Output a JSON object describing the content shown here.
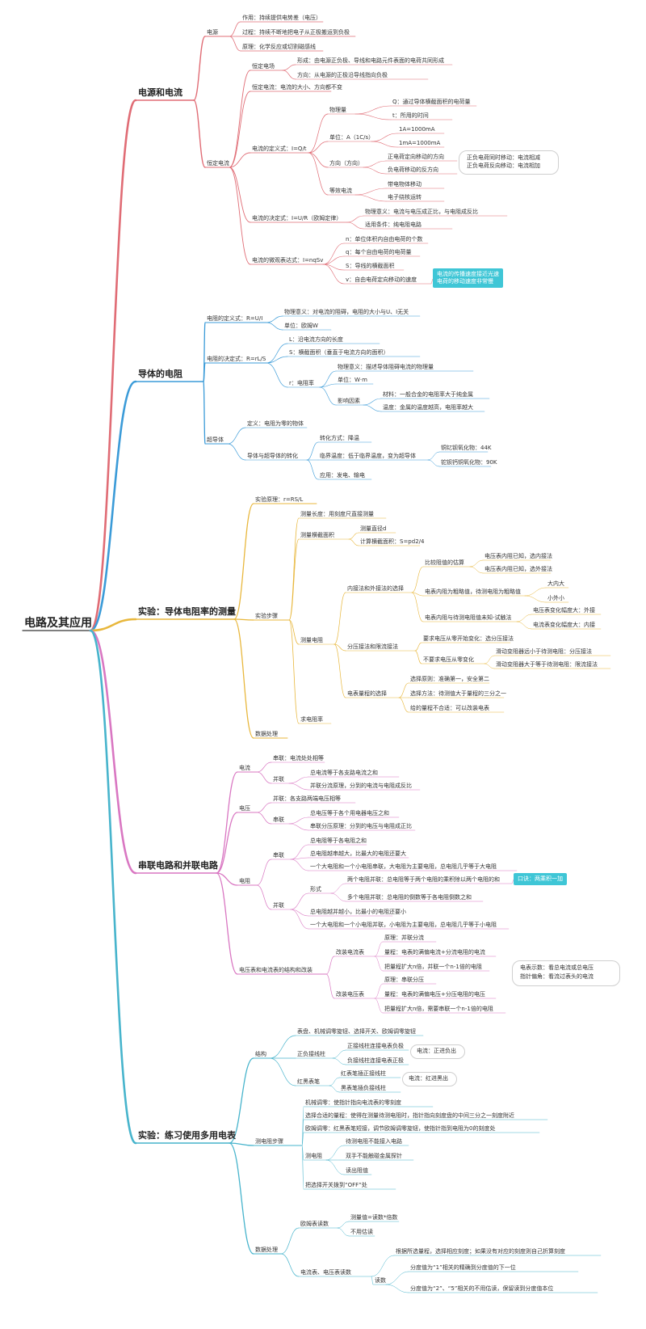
{
  "root": "电路及其应用",
  "sections": {
    "s1": {
      "title": "电源和电流",
      "dianyuan": "电源",
      "zuoyong": "作用：持续提供电势差（电压）",
      "guocheng": "过程：持续不断地把电子从正极搬运到负极",
      "yuanli": "原理：化学反应或切割磁感线",
      "hengding_dianchang": "恒定电场",
      "xingcheng": "形成：由电源正负极、导线和电路元件表面的电荷共同形成",
      "fangxiang1": "方向：从电源的正极沿导线指向负极",
      "hengding_dianliu": "恒定电流：电流的大小、方向都不变",
      "hengding_huanliu": "恒定电流",
      "dingyi": "电流的定义式：I=Q/t",
      "wuliliang": "物理量",
      "q_desc": "Q：通过导体横截面积的电荷量",
      "t_desc": "t：所用的时间",
      "danwei": "单位：A（1C/s）",
      "u1": "1A=1000mA",
      "u2": "1mA=1000mA",
      "fangxiang2": "方向（方向）",
      "zheng": "正电荷定向移动的方向",
      "fu": "负电荷移动的反方向",
      "note1": "正负电荷同时移动：电流相减",
      "note2": "正负电荷反向移动：电流相加",
      "dengxiao": "等效电流",
      "daidian": "带电物体移动",
      "dianzi": "电子绕核运转",
      "jueding": "电流的决定式：I=U/R（欧姆定律）",
      "wulyiyi": "物理意义：电流与电压成正比，与电阻成反比",
      "shiyong": "适用条件：纯电阻电路",
      "weiguan": "电流的微观表达式：I=nqSv",
      "n_desc": "n：单位体积内自由电荷的个数",
      "qq_desc": "q：每个自由电荷的电荷量",
      "s_desc": "S：导线的横截面积",
      "v_desc": "v：自由电荷定向移动的速度",
      "hl1a": "电流的传播速度接近光速",
      "hl1b": "电荷的移动速度非常慢"
    },
    "s2": {
      "title": "导体的电阻",
      "dingyi": "电阻的定义式：R=U/I",
      "wulyiyi": "物理意义：对电流的阻碍，电阻的大小与U、I无关",
      "danwei": "单位：欧姆W",
      "jueding": "电阻的决定式：R=rL/S",
      "l_desc": "L：沿电流方向的长度",
      "s_desc": "S：横截面积（垂直于电流方向的面积）",
      "r_desc": "r：电阻率",
      "wuli2": "物理意义：描述导体阻碍电流的物理量",
      "danwei2": "单位：W·m",
      "yingxiang": "影响因素",
      "cailiao": "材料：一般合金的电阻率大于纯金属",
      "wendu": "温度：金属的温度越高，电阻率越大",
      "chaodao": "超导体",
      "cd_def": "定义：电阻为零的物体",
      "zhuanhua": "导体与超导体的转化",
      "zh_fs": "转化方式：降温",
      "linjie": "临界温度：低于临界温度，变为超导体",
      "tong": "铜钇钡氧化物：44K",
      "ge": "铊钡钙铜氧化物：90K",
      "yingyong": "应用：发电、输电"
    },
    "s3": {
      "title": "实验：导体电阻率的测量",
      "yuanli": "实验原理：r=RS/L",
      "buzhou": "实验步骤",
      "celiang_l": "测量长度：用刻度尺直接测量",
      "celiang_s": "测量横截面积",
      "zhijing": "测量直径d",
      "jisuan": "计算横截面积：S=pd2/4",
      "celiang_r": "测量电阻",
      "neiwai": "内接法和外接法的选择",
      "bijiao": "比较阻值的估算",
      "neijie": "电压表内阻已知，选内接法",
      "waijie": "电压表内阻已知，选外接法",
      "shizhi": "电表内阻为粗略值，待测电阻为粗略值",
      "danei": "大内大",
      "xiaowai": "小外小",
      "shishi": "电表内阻与待测电阻值未知-试触法",
      "dianya_bh": "电压表变化幅度大：外接",
      "dianliu_bh": "电流表变化幅度大：内接",
      "fenya": "分压接法和限流接法",
      "yaoqiu": "要求电压从零开始变化：选分压接法",
      "bu": "不要求电压从零变化",
      "h1": "滑动变阻器远小于待测电阻：分压接法",
      "h2": "滑动变阻器大于等于待测电阻：限流接法",
      "liangcheng": "电表量程的选择",
      "xuanze": "选择原则：准确第一，安全第二",
      "fangfa": "选择方法：待测值大于量程的三分之一",
      "lc_bu": "给的量程不合适：可以改装电表",
      "qiu": "求电阻率",
      "shuju": "数据处理"
    },
    "s4": {
      "title": "串联电路和并联电路",
      "dianliu": "电流",
      "cl_i": "串联：电流处处相等",
      "bl": "并联",
      "bl_i1": "总电流等于各支路电流之和",
      "bl_i2": "并联分流原理，分到的电流与电阻成反比",
      "dianya": "电压",
      "bl_u": "并联：各支路两端电压相等",
      "cl": "串联",
      "cl_u1": "总电压等于各个用电器电压之和",
      "cl_u2": "串联分压原理：分到的电压与电阻成正比",
      "dianzu": "电阻",
      "cl_r": "串联",
      "cl_r1": "总电阻等于各电阻之和",
      "cl_r2": "总电阻越串越大，比最大的电阻还要大",
      "cl_r3": "一个大电阻和一个小电阻串联，大电阻为主要电阻，总电阻几乎等于大电阻",
      "bl_r": "并联",
      "xingshi": "形式",
      "liang": "两个电阻并联：总电阻等于两个电阻的乘积除以两个电阻的和",
      "hl": "口诀：两乘积一加",
      "duo": "多个电阻并联：总电阻的倒数等于各电阻倒数之和",
      "bl_r2": "总电阻越并越小，比最小的电阻还要小",
      "bl_r3": "一个大电阻和一个小电阻并联，小电阻为主要电阻，总电阻几乎等于小电阻",
      "gaizhuang": "电压表和电流表的结构和改装",
      "dlb": "改装电流表",
      "dlb_yl": "原理：并联分流",
      "dlb_lc": "量程：电表的满偏电流+分流电阻的电流",
      "dlb_kd": "把量程扩大n倍，并联一个n-1倍的电阻",
      "dyb": "改装电压表",
      "dyb_yl": "原理：串联分压",
      "dyb_lc": "量程：电表的满偏电压+分压电阻的电压",
      "dyb_kd": "把量程扩大n倍，需要串联一个n-1倍的电阻",
      "note1": "电表示数：看总电流或总电压",
      "note2": "指针偏角：看流过表头的电流"
    },
    "s5": {
      "title": "实验：练习使用多用电表",
      "jiegou": "结构",
      "biaopan": "表盘、机械调零旋钮、选择开关、欧姆调零旋钮",
      "zhengfu": "正负接线柱",
      "zj": "正接线柱连接电表负极",
      "fj": "负接线柱连接电表正极",
      "dl_note": "电流：正进负出",
      "hong": "红黑表笔",
      "hj": "红表笔插正接线柱",
      "hh": "黑表笔插负接线柱",
      "hong_note": "电流：红进黑出",
      "cebuzhou": "测电阻步骤",
      "jixie": "机械调零：使指针指向电流表的零刻度",
      "dangwei": "选择合适的量程：使得在测量待测电阻时，指针指向刻度盘的中间三分之一刻度附近",
      "oumu": "欧姆调零：红黑表笔短接，调节欧姆调零旋钮，使指针指到电阻为0的刻度处",
      "ce": "测电阻",
      "ce1": "待测电阻不能接入电路",
      "ce2": "双手不能触碰金属探针",
      "ce3": "读出阻值",
      "off": "把选择开关拨到“OFF”处",
      "shuju": "数据处理",
      "oub": "欧姆表读数",
      "oub1": "测量值=读数*倍数",
      "oub2": "不用估读",
      "dlb": "电流表、电压表读数",
      "dlb1": "根据所选量程，选择相应刻度；如果没有对应的刻度则自己折算刻度",
      "dushu": "读数",
      "dushu1": "分度值为“1”相关的精确到分度值的下一位",
      "dushu2": "分度值为“2”、“5”相关的不用估读，保留读到分度值本位"
    }
  }
}
